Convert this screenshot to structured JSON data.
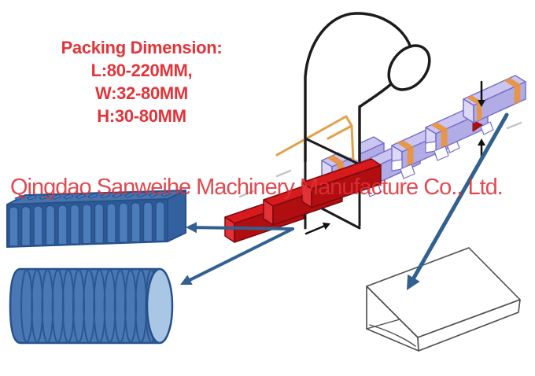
{
  "packing_note": {
    "title": "Packing Dimension:",
    "lines": [
      "L:80-220MM,",
      "W:32-80MM",
      "H:30-80MM"
    ]
  },
  "watermark": "Qingdao Sanweihe Machinery Manufacture Co., Ltd.",
  "colors": {
    "text_red": "#e23439",
    "watermark_red": "#dc3238",
    "outline_black": "#1c1c1c",
    "former_orange": "#e3a04b",
    "package_top": "#cbc6f1",
    "package_side": "#b2ace6",
    "package_end": "#dcd8f7",
    "package_edge": "#776fc9",
    "band_orange": "#e8953f",
    "product_top": "#d81a1d",
    "product_front": "#b00e10",
    "product_end": "#e43138",
    "product_edge": "#7c0a0c",
    "bundle_top": "#4973ad",
    "bundle_front": "#2e5b94",
    "bundle_tube": "#4d7cba",
    "bundle_edge": "#24508c",
    "endcap_blue": "#a9c6e4",
    "arrow_blue": "#33618f",
    "wire_gray": "#4d4d4d",
    "dash_gray": "#c5c5c5"
  },
  "diagram_elements": [
    "film-roll",
    "forming-frame",
    "former-guide",
    "product-blocks",
    "wrapped-packages",
    "end-seal-arrows",
    "feed-arrow",
    "straw-bundle",
    "corrugated-roll",
    "output-arrows",
    "carton-arrow",
    "wrapped-carton"
  ]
}
